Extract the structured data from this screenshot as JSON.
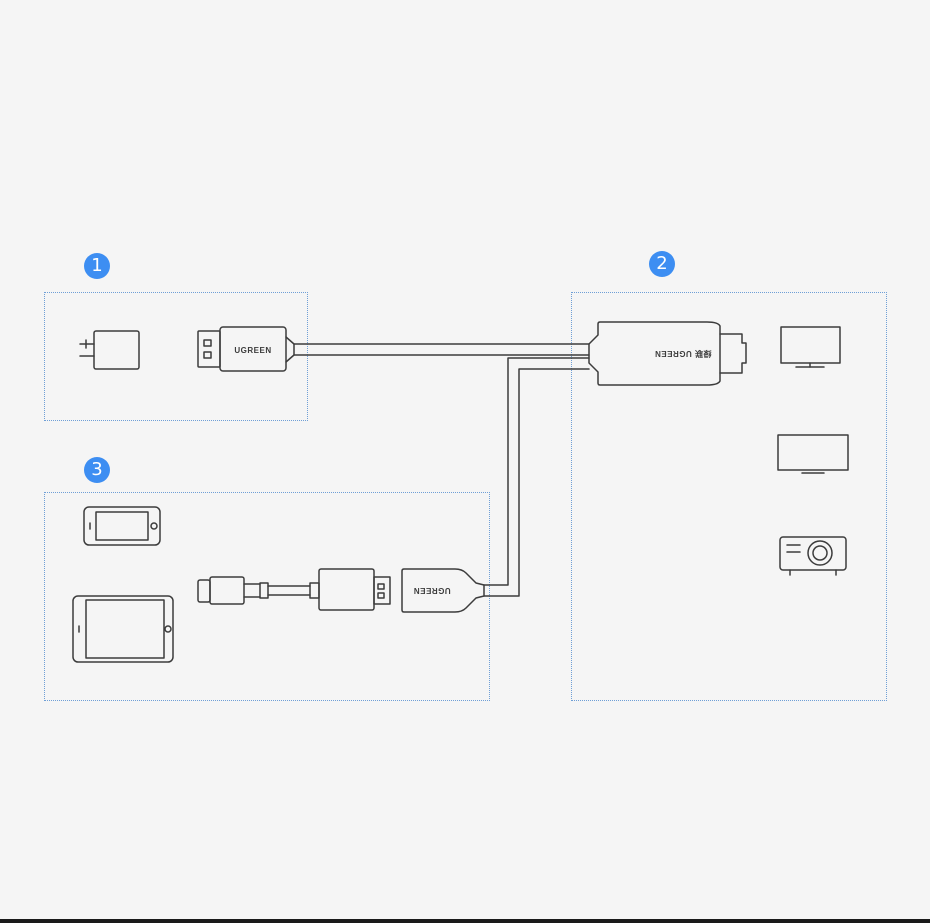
{
  "steps": [
    {
      "number": "1"
    },
    {
      "number": "2"
    },
    {
      "number": "3"
    }
  ],
  "brand": {
    "usb_plug_logo": "UGREEN",
    "hdmi_housing_logo": "绿联 UGREEN",
    "lightning_socket_logo": "UGREEN"
  },
  "colors": {
    "badge": "#3d8ef2",
    "zone_border": "#6f9fd6",
    "line_art": "#3c3c3c",
    "background": "#f5f5f5"
  },
  "icons": [
    "power-adapter-icon",
    "usb-a-plug-icon",
    "hdmi-plug-icon",
    "monitor-icon",
    "tv-icon",
    "projector-icon",
    "iphone-icon",
    "ipad-icon",
    "lightning-cable-icon"
  ]
}
